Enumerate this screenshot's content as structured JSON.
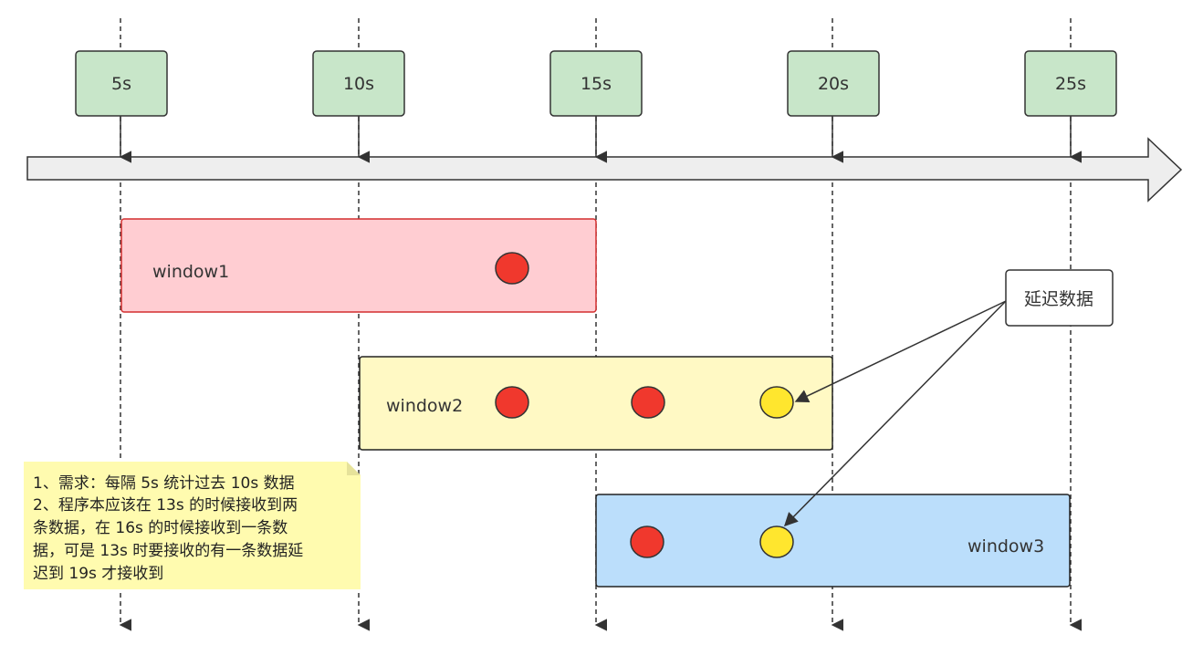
{
  "ticks": [
    "5s",
    "10s",
    "15s",
    "20s",
    "25s"
  ],
  "windows": [
    {
      "label": "window1",
      "fill": "#FFCDD2",
      "stroke": "#D32F2F"
    },
    {
      "label": "window2",
      "fill": "#FFF9C4",
      "stroke": "#222222"
    },
    {
      "label": "window3",
      "fill": "#BBDEFB",
      "stroke": "#222222"
    }
  ],
  "callout": {
    "label": "延迟数据"
  },
  "note": {
    "lines": [
      "1、需求：每隔 5s 统计过去 10s 数据",
      "2、程序本应该在 13s 的时候接收到两",
      "条数据，在 16s 的时候接收到一条数",
      "据，可是 13s 时要接收的有一条数据延",
      "迟到 19s 才接收到"
    ],
    "fill": "#FFFBAF"
  },
  "colors": {
    "tick_box_fill": "#C8E6C9",
    "on_time_event": "#F0382D",
    "late_event": "#FFE62E",
    "timeline_fill": "#EEEEEE"
  }
}
